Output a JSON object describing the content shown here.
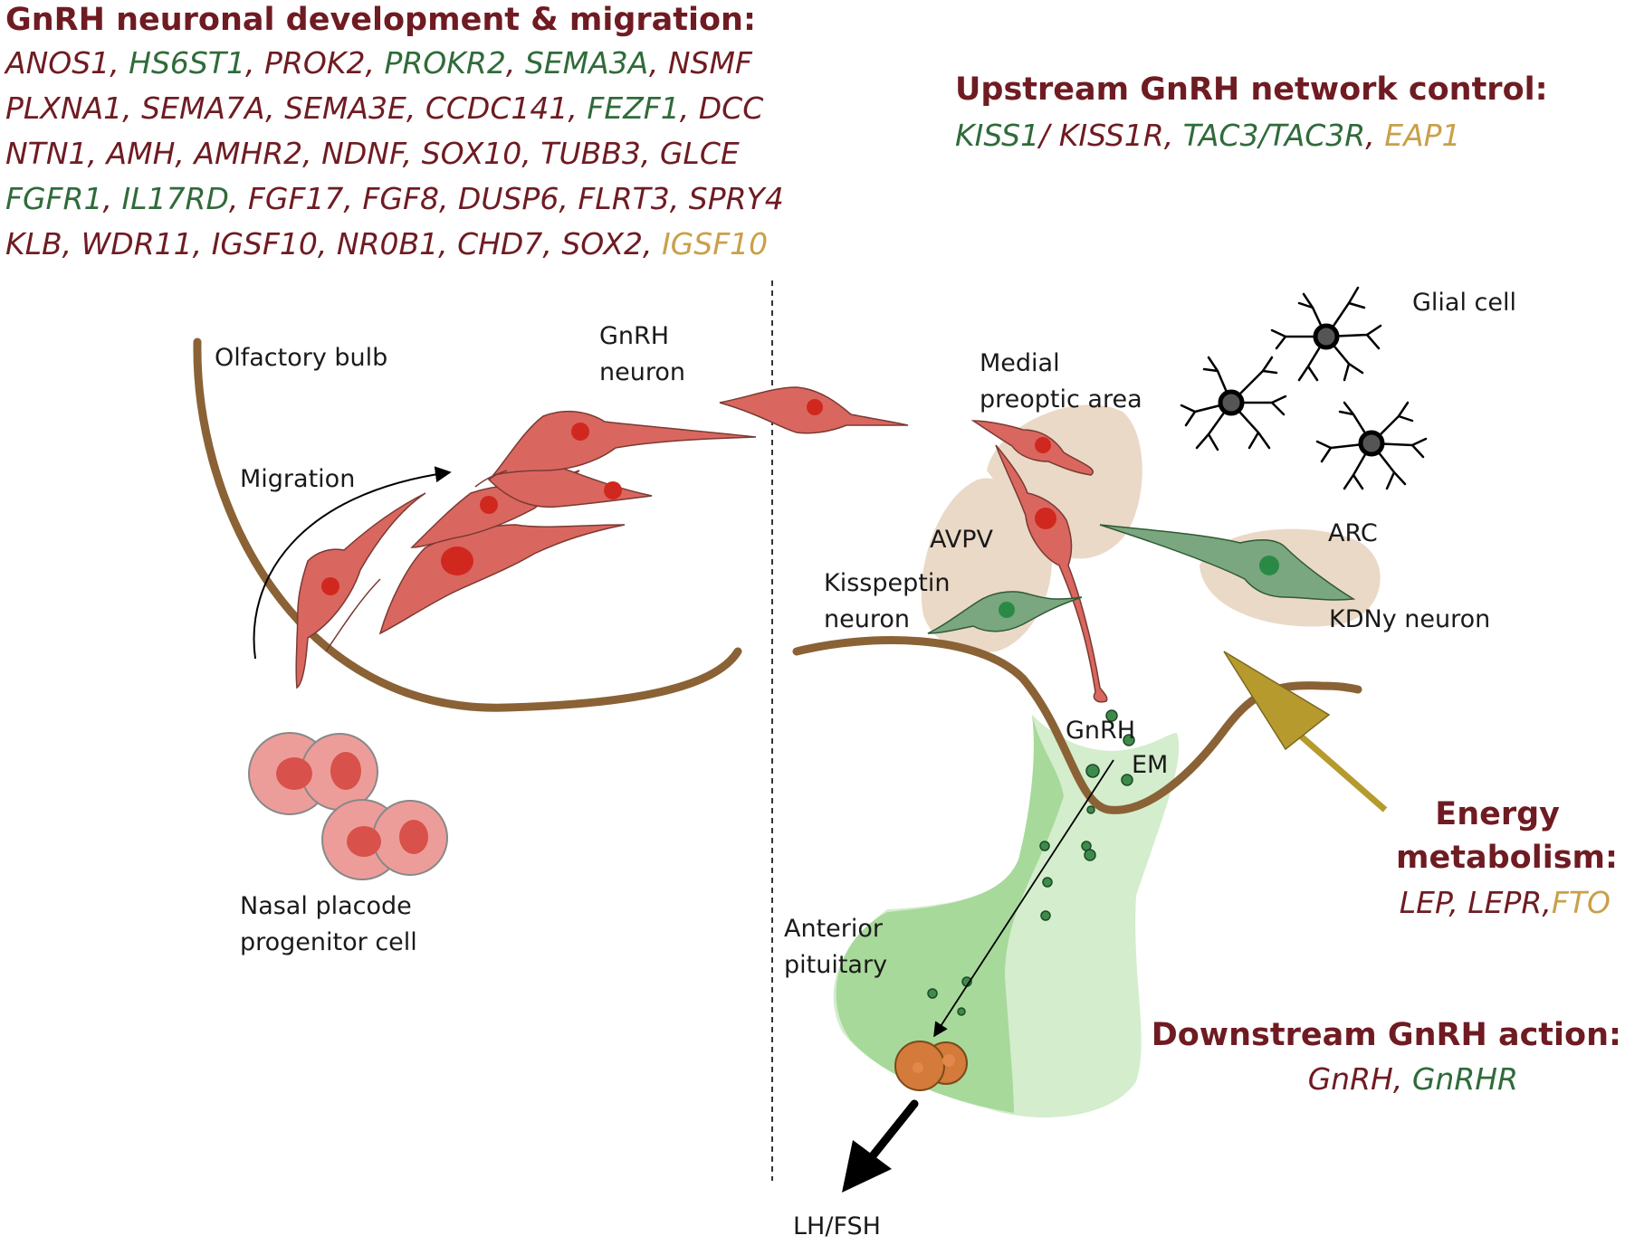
{
  "colors": {
    "dark_red": "#6f1b22",
    "gene_green": "#2f6b3a",
    "gene_gold": "#c9a04a",
    "neuron_red": "#d9675f",
    "nucleus_red": "#d0281f",
    "kiss_green": "#5e9a6a",
    "bone": "#8a6235",
    "region_beige": "#ead9c6",
    "pituitary_dark": "#a7d99a",
    "pituitary_light": "#d4edcd",
    "arrow_gold": "#b79a2e",
    "progenitor": "#ec9d9a"
  },
  "development": {
    "heading": "GnRH neuronal development & migration:",
    "lines": [
      [
        {
          "text": "ANOS1",
          "color": "dark_red"
        },
        {
          "text": ", ",
          "color": "dark_red"
        },
        {
          "text": "HS6ST1",
          "color": "gene_green"
        },
        {
          "text": ", ",
          "color": "dark_red"
        },
        {
          "text": "PROK2",
          "color": "dark_red"
        },
        {
          "text": ", ",
          "color": "dark_red"
        },
        {
          "text": "PROKR2",
          "color": "gene_green"
        },
        {
          "text": ", ",
          "color": "dark_red"
        },
        {
          "text": "SEMA3A",
          "color": "gene_green"
        },
        {
          "text": ", ",
          "color": "dark_red"
        },
        {
          "text": "NSMF",
          "color": "dark_red"
        }
      ],
      [
        {
          "text": "PLXNA1",
          "color": "dark_red"
        },
        {
          "text": ", ",
          "color": "dark_red"
        },
        {
          "text": "SEMA7A",
          "color": "dark_red"
        },
        {
          "text": ", ",
          "color": "dark_red"
        },
        {
          "text": "SEMA3E",
          "color": "dark_red"
        },
        {
          "text": ", ",
          "color": "dark_red"
        },
        {
          "text": "CCDC141",
          "color": "dark_red"
        },
        {
          "text": ", ",
          "color": "dark_red"
        },
        {
          "text": "FEZF1",
          "color": "gene_green"
        },
        {
          "text": ", ",
          "color": "dark_red"
        },
        {
          "text": "DCC",
          "color": "dark_red"
        }
      ],
      [
        {
          "text": "NTN1",
          "color": "dark_red"
        },
        {
          "text": ", ",
          "color": "dark_red"
        },
        {
          "text": "AMH",
          "color": "dark_red"
        },
        {
          "text": ", ",
          "color": "dark_red"
        },
        {
          "text": "AMHR2",
          "color": "dark_red"
        },
        {
          "text": ", ",
          "color": "dark_red"
        },
        {
          "text": "NDNF",
          "color": "dark_red"
        },
        {
          "text": ", ",
          "color": "dark_red"
        },
        {
          "text": "SOX10",
          "color": "dark_red"
        },
        {
          "text": ", ",
          "color": "dark_red"
        },
        {
          "text": "TUBB3",
          "color": "dark_red"
        },
        {
          "text": ", ",
          "color": "dark_red"
        },
        {
          "text": "GLCE",
          "color": "dark_red"
        }
      ],
      [
        {
          "text": "FGFR1",
          "color": "gene_green"
        },
        {
          "text": ", ",
          "color": "dark_red"
        },
        {
          "text": "IL17RD",
          "color": "gene_green"
        },
        {
          "text": ", ",
          "color": "dark_red"
        },
        {
          "text": "FGF17",
          "color": "dark_red"
        },
        {
          "text": ", ",
          "color": "dark_red"
        },
        {
          "text": "FGF8",
          "color": "dark_red"
        },
        {
          "text": ", ",
          "color": "dark_red"
        },
        {
          "text": "DUSP6",
          "color": "dark_red"
        },
        {
          "text": ", ",
          "color": "dark_red"
        },
        {
          "text": "FLRT3",
          "color": "dark_red"
        },
        {
          "text": ", ",
          "color": "dark_red"
        },
        {
          "text": "SPRY4",
          "color": "dark_red"
        }
      ],
      [
        {
          "text": "KLB",
          "color": "dark_red"
        },
        {
          "text": ", ",
          "color": "dark_red"
        },
        {
          "text": "WDR11",
          "color": "dark_red"
        },
        {
          "text": ", ",
          "color": "dark_red"
        },
        {
          "text": "IGSF10",
          "color": "dark_red"
        },
        {
          "text": ", ",
          "color": "dark_red"
        },
        {
          "text": "NR0B1",
          "color": "dark_red"
        },
        {
          "text": ", ",
          "color": "dark_red"
        },
        {
          "text": "CHD7",
          "color": "dark_red"
        },
        {
          "text": ", ",
          "color": "dark_red"
        },
        {
          "text": "SOX2",
          "color": "dark_red"
        },
        {
          "text": ", ",
          "color": "dark_red"
        },
        {
          "text": "IGSF10",
          "color": "gene_gold"
        }
      ]
    ]
  },
  "upstream": {
    "heading": "Upstream GnRH network control:",
    "lines": [
      [
        {
          "text": "KISS1",
          "color": "gene_green"
        },
        {
          "text": "/ ",
          "color": "dark_red"
        },
        {
          "text": "KISS1R",
          "color": "dark_red"
        },
        {
          "text": ", ",
          "color": "dark_red"
        },
        {
          "text": "TAC3/TAC3R",
          "color": "gene_green"
        },
        {
          "text": ", ",
          "color": "dark_red"
        },
        {
          "text": "EAP1",
          "color": "gene_gold"
        }
      ]
    ]
  },
  "energy": {
    "heading_line1": "Energy",
    "heading_line2": "metabolism:",
    "lines": [
      [
        {
          "text": "LEP",
          "color": "dark_red"
        },
        {
          "text": ", ",
          "color": "dark_red"
        },
        {
          "text": "LEPR",
          "color": "dark_red"
        },
        {
          "text": ",",
          "color": "dark_red"
        },
        {
          "text": "FTO",
          "color": "gene_gold"
        }
      ]
    ]
  },
  "downstream": {
    "heading": "Downstream GnRH action:",
    "lines": [
      [
        {
          "text": "GnRH",
          "color": "dark_red"
        },
        {
          "text": ", ",
          "color": "dark_red"
        },
        {
          "text": "GnRHR",
          "color": "gene_green"
        }
      ]
    ]
  },
  "labels": {
    "olfactory_bulb": "Olfactory bulb",
    "gnrh_neuron_1": "GnRH",
    "gnrh_neuron_2": "neuron",
    "migration": "Migration",
    "nasal_placode_1": "Nasal placode",
    "nasal_placode_2": "progenitor cell",
    "glial_cell": "Glial cell",
    "medial_preoptic_1": "Medial",
    "medial_preoptic_2": "preoptic area",
    "avpv": "AVPV",
    "kisspeptin_1": "Kisspeptin",
    "kisspeptin_2": "neuron",
    "arc": "ARC",
    "kndy_neuron": "KDNy neuron",
    "gnrh_release": "GnRH",
    "em": "EM",
    "anterior_pituitary_1": "Anterior",
    "anterior_pituitary_2": "pituitary",
    "lh_fsh": "LH/FSH"
  }
}
